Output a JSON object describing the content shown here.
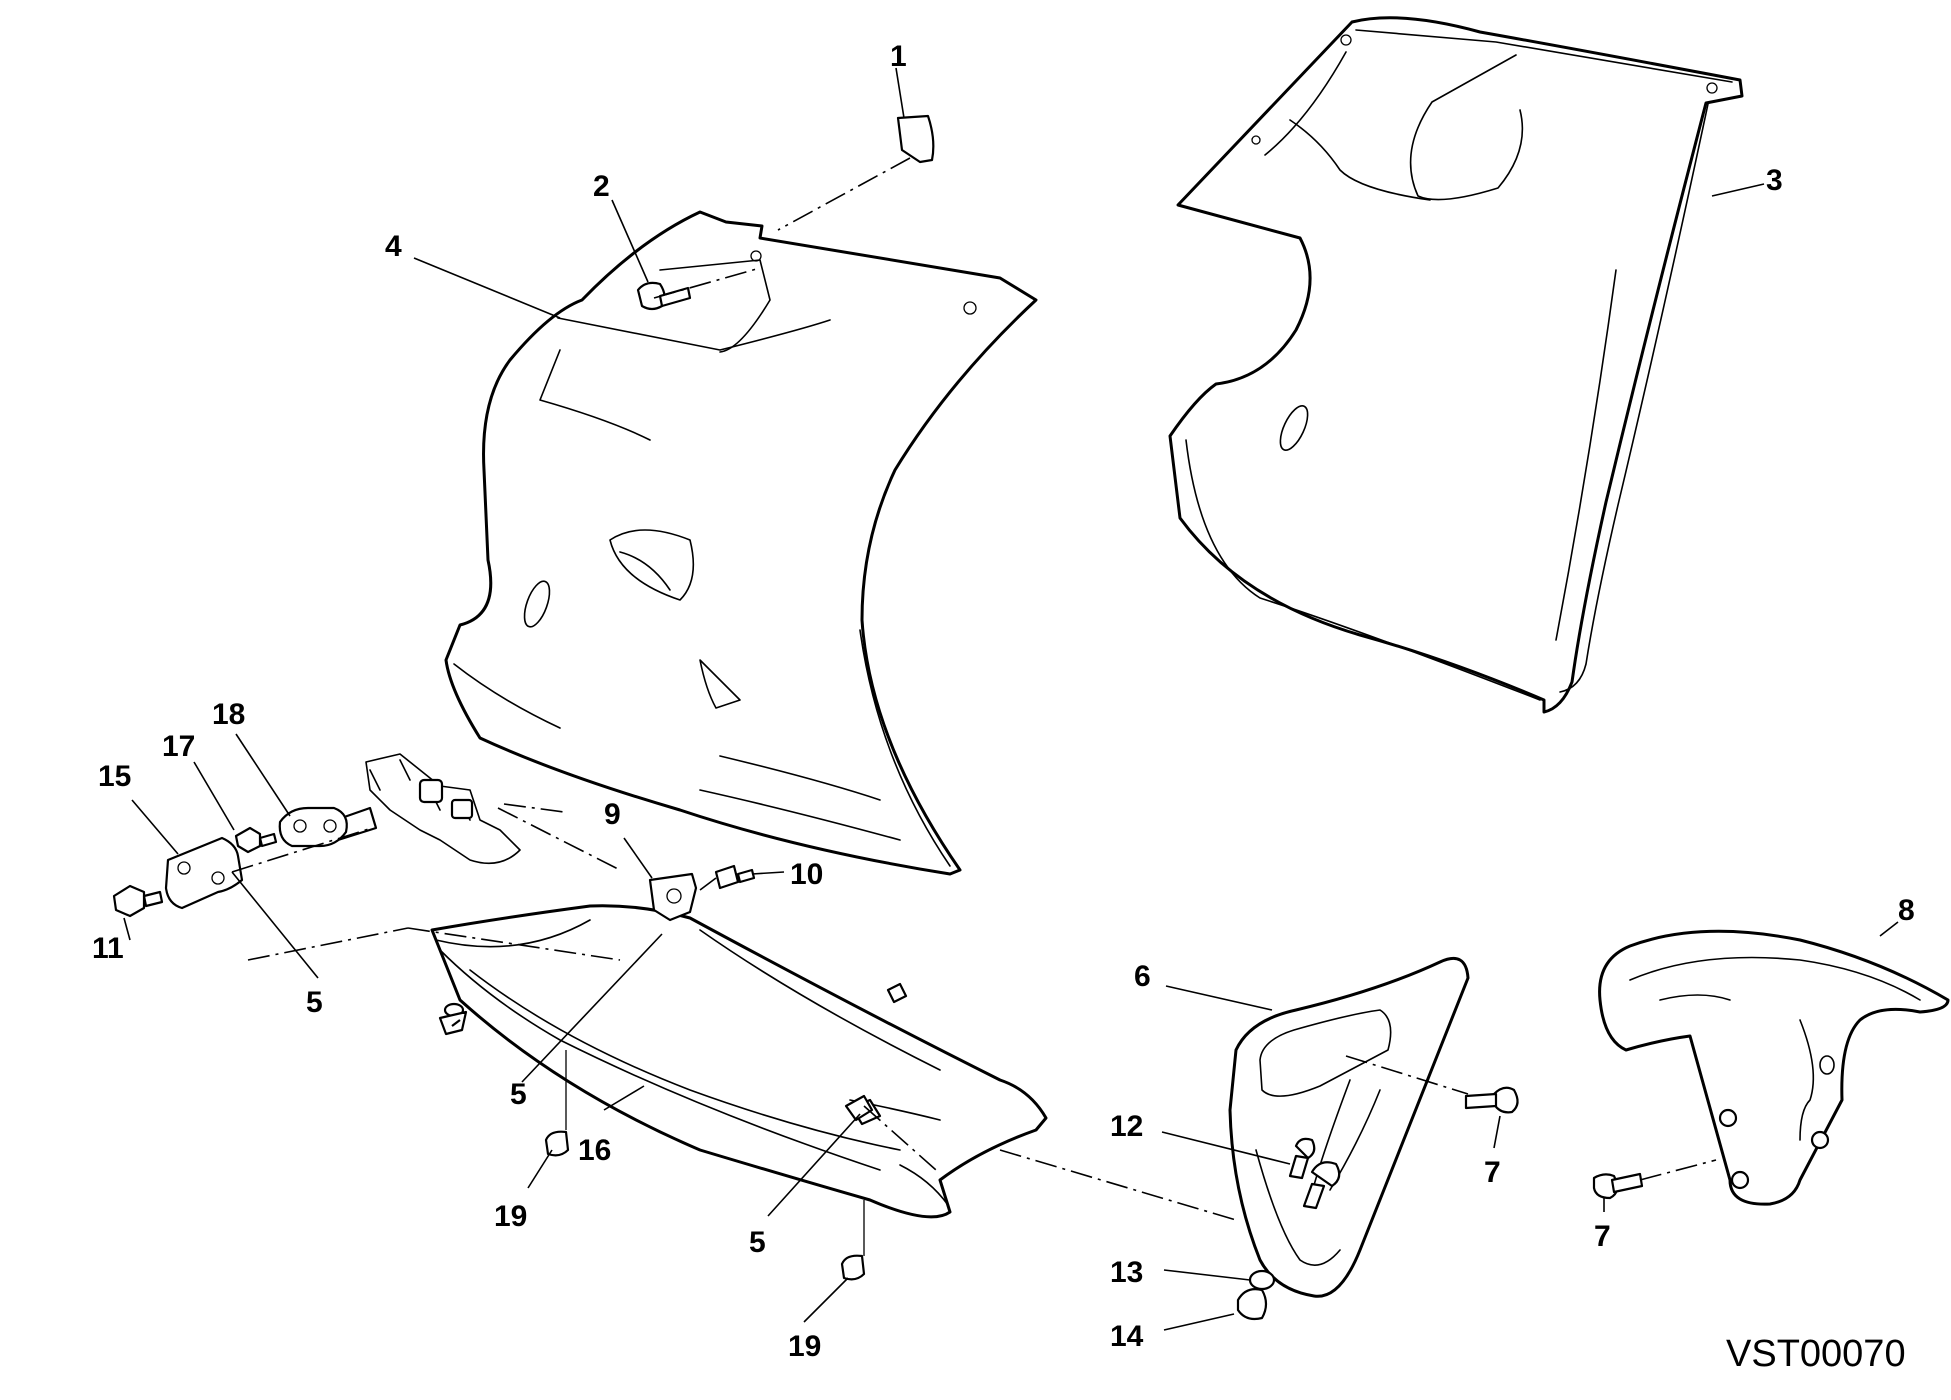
{
  "drawing_code": "VST00070",
  "callouts": {
    "c1": "1",
    "c2": "2",
    "c3": "3",
    "c4": "4",
    "c5a": "5",
    "c5b": "5",
    "c5c": "5",
    "c6": "6",
    "c7a": "7",
    "c7b": "7",
    "c8": "8",
    "c9": "9",
    "c10": "10",
    "c11": "11",
    "c12": "12",
    "c13": "13",
    "c14": "14",
    "c15": "15",
    "c16": "16",
    "c17": "17",
    "c18": "18",
    "c19a": "19",
    "c19b": "19"
  }
}
